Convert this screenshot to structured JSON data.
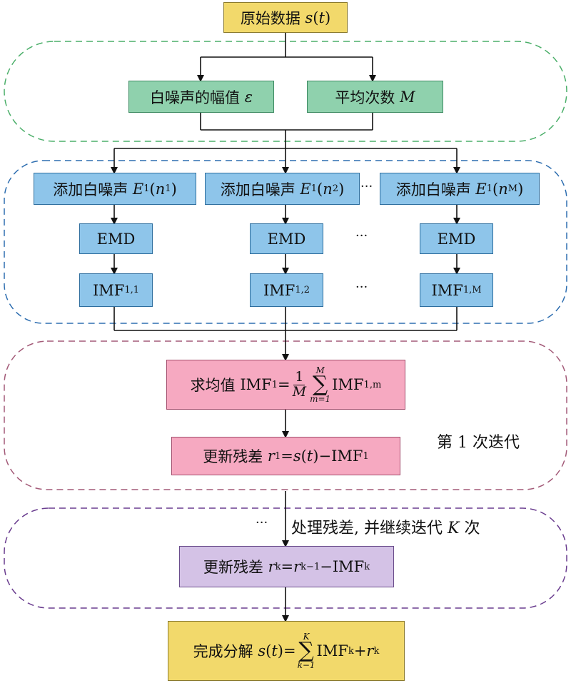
{
  "start": {
    "label": "原始数据",
    "var": "s",
    "arg": "t"
  },
  "params": {
    "noise_amplitude": {
      "label": "白噪声的幅值",
      "var": "ε"
    },
    "avg_count": {
      "label": "平均次数",
      "var": "M"
    }
  },
  "noise_branches": [
    {
      "label": "添加白噪声",
      "var": "E",
      "sub": "1",
      "arg": "n",
      "arg_sub": "1"
    },
    {
      "label": "添加白噪声",
      "var": "E",
      "sub": "1",
      "arg": "n",
      "arg_sub": "2"
    },
    {
      "label": "添加白噪声",
      "var": "E",
      "sub": "1",
      "arg": "n",
      "arg_sub": "M"
    }
  ],
  "emd_label": "EMD",
  "imf_branches": [
    {
      "base": "IMF",
      "sub": "1,1"
    },
    {
      "base": "IMF",
      "sub": "1,2"
    },
    {
      "base": "IMF",
      "sub": "1,M"
    }
  ],
  "ellipsis": "···",
  "mean_box": {
    "label": "求均值",
    "lhs": "IMF",
    "lhs_sub": "1",
    "eq": "=",
    "num": "1",
    "den": "M",
    "sum_upper": "M",
    "sum_lower": "m=1",
    "term": "IMF",
    "term_sub": "1,m"
  },
  "update1": {
    "label": "更新残差",
    "r": "r",
    "r_sub": "1",
    "eq": "=",
    "s": "s",
    "t": "t",
    "minus": "−",
    "imf": "IMF",
    "imf_sub": "1"
  },
  "iteration_label": "第 1 次迭代",
  "continue_label": {
    "pre": "处理残差, 并继续迭代",
    "var": "K",
    "post": "次"
  },
  "updatek": {
    "label": "更新残差",
    "r": "r",
    "r_sub": "k",
    "eq": "=",
    "r2": "r",
    "r2_sub": "k−1",
    "minus": "−",
    "imf": "IMF",
    "imf_sub": "k"
  },
  "final": {
    "label": "完成分解",
    "s": "s",
    "t": "t",
    "eq": "=",
    "sum_upper": "K",
    "sum_lower": "k−1",
    "imf": "IMF",
    "imf_sub": "k",
    "plus": "+",
    "r": "r",
    "r_sub": "k"
  },
  "colors": {
    "yellow": "#f2d96b",
    "green": "#8fd1ad",
    "blue": "#8ec5ea",
    "pink": "#f6a9c1",
    "purple": "#d4c2e6",
    "green_dash": "#4caf6a",
    "blue_dash": "#2e6eb0",
    "pink_dash": "#a35a78",
    "purple_dash": "#6a3d8f"
  }
}
